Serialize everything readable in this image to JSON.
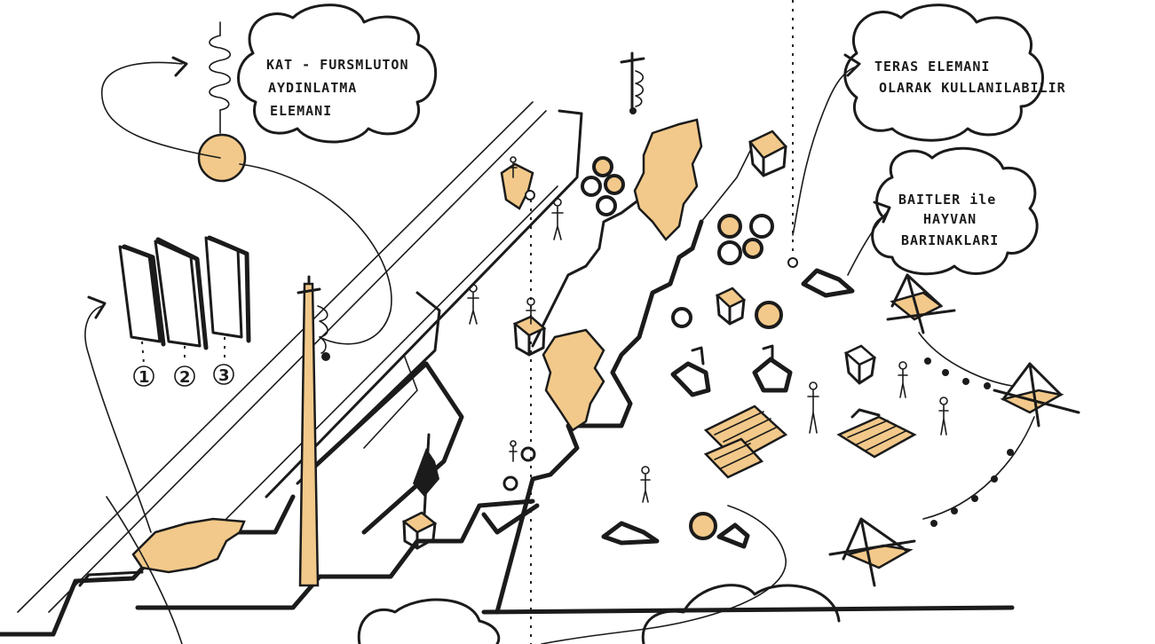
{
  "colors": {
    "ink": "#1b1b1b",
    "accent": "#f2c98a",
    "paper": "#ffffff"
  },
  "notes": {
    "lighting_line1": "KAT - FURSMLUTON",
    "lighting_line2": "AYDINLATMA",
    "lighting_line3": "ELEMANI",
    "terrace_line1": "TERAS ELEMANI",
    "terrace_line2": "OLARAK KULLANILABILIR",
    "shelter_line1": "BAITLER ile",
    "shelter_line2": "HAYVAN",
    "shelter_line3": "BARINAKLARI"
  },
  "options": [
    "1",
    "2",
    "3"
  ],
  "icons": [
    "lighting-pole-icon",
    "pendant-lamp-icon",
    "person-icon",
    "bench-icon",
    "stool-icon",
    "shelter-icon",
    "picnic-table-icon",
    "tent-icon",
    "string-lights-icon",
    "cloud-bubble-icon",
    "arrow-icon"
  ]
}
